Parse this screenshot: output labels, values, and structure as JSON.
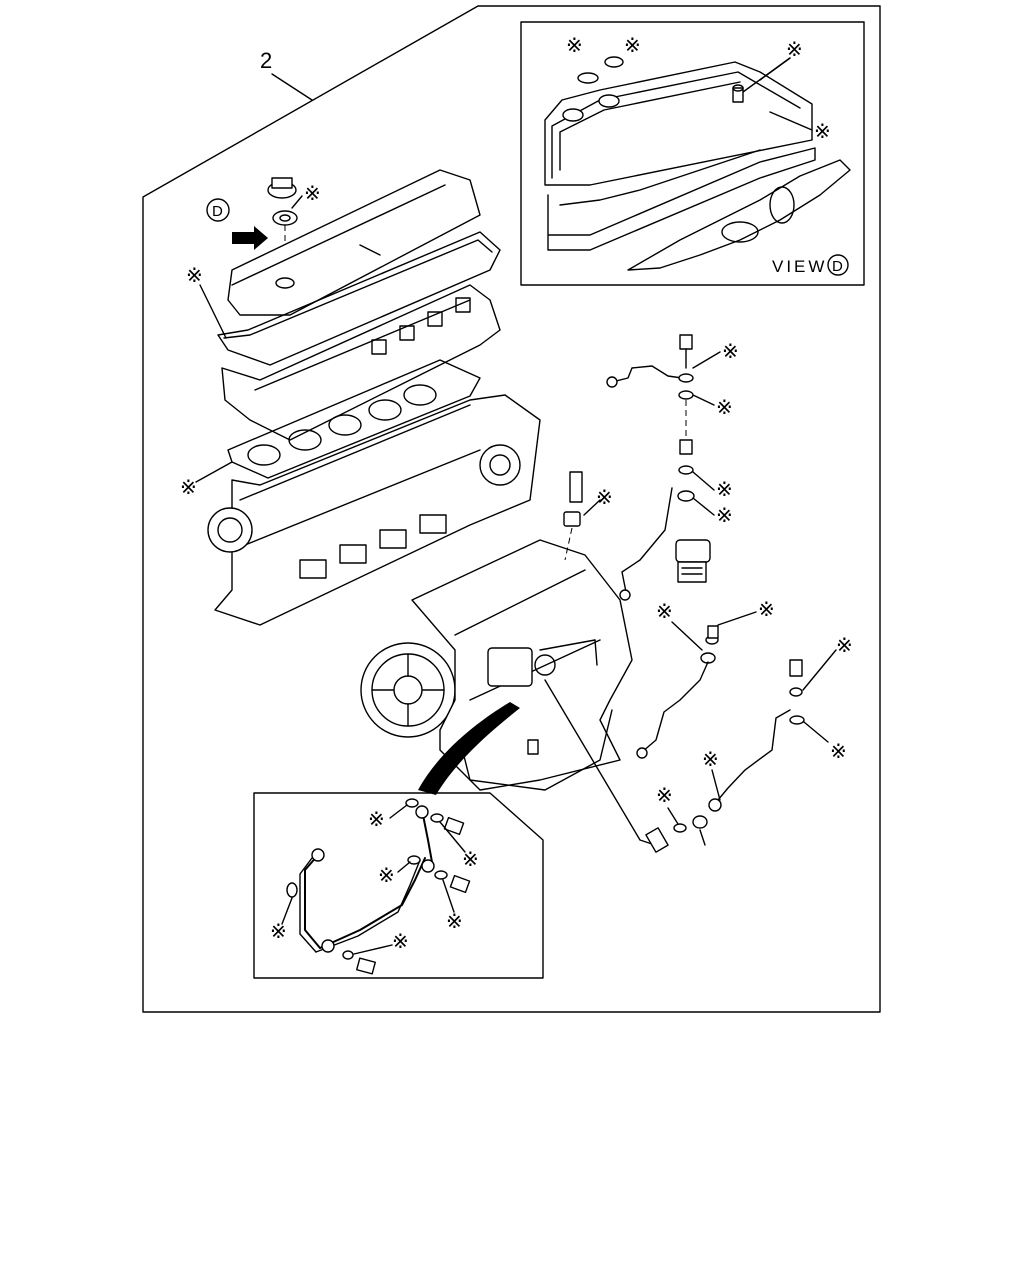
{
  "figure": {
    "item_number": "2",
    "view_marker": "D",
    "view_label": "VIEW",
    "kit_marker_symbol": "※"
  }
}
